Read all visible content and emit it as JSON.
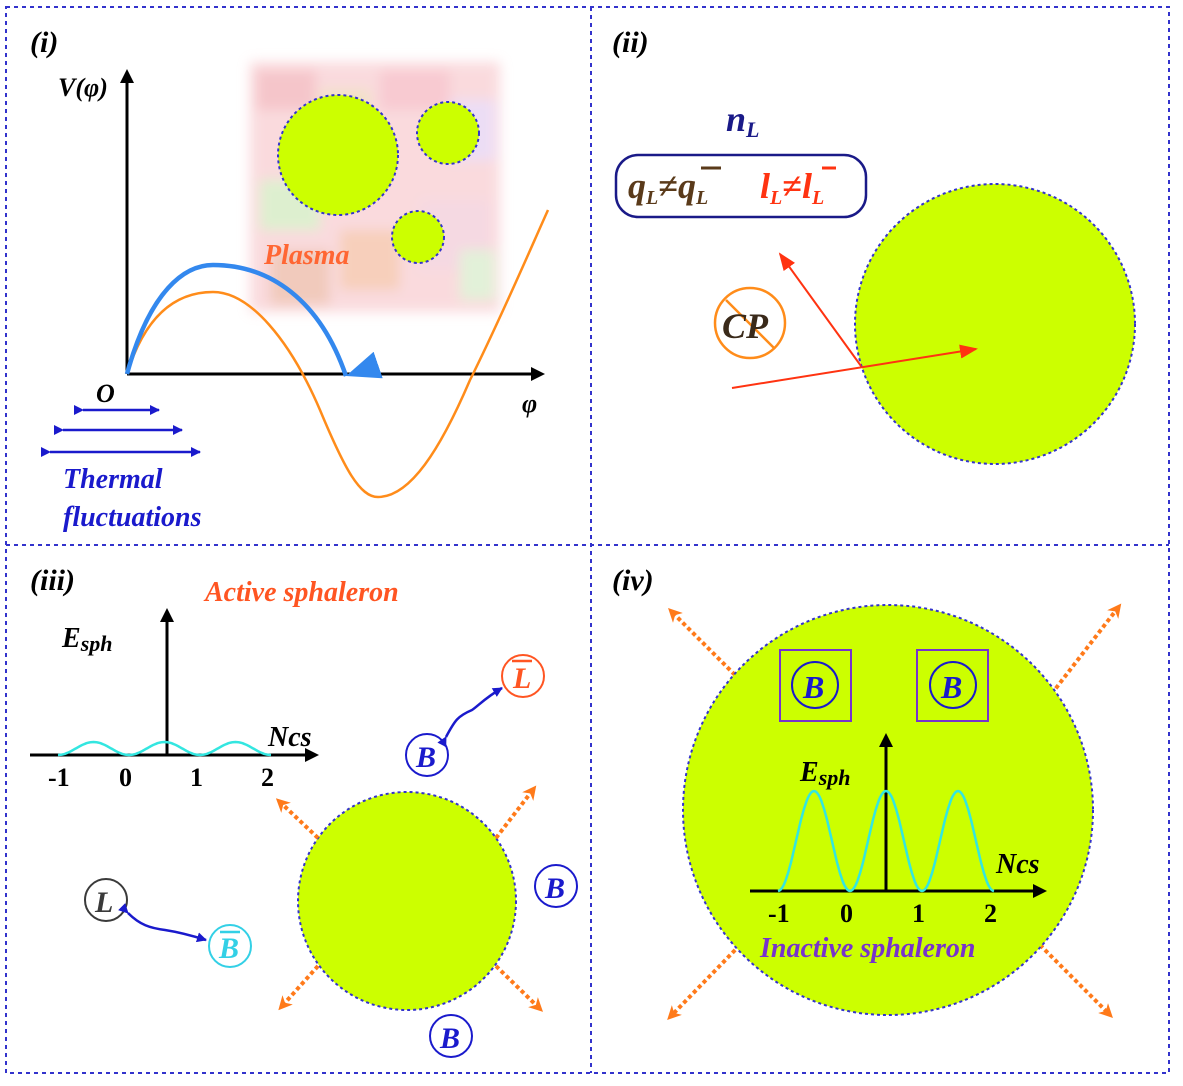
{
  "panels": {
    "i": {
      "label": "(i)",
      "y_axis_label": "V(φ)",
      "x_axis_label": "φ",
      "origin_label": "O",
      "plasma_label": "Plasma",
      "thermal_label_line1": "Thermal",
      "thermal_label_line2": "fluctuations"
    },
    "ii": {
      "label": "(ii)",
      "nL_base": "n",
      "nL_sub": "L",
      "q_base": "q",
      "q_sub": "L",
      "neq1": "≠",
      "qbar_base": "q",
      "qbar_sub": "L",
      "l_base": "l",
      "l_sub": "L",
      "neq2": "≠",
      "lbar_base": "l",
      "lbar_sub": "L",
      "cp_label": "CP"
    },
    "iii": {
      "label": "(iii)",
      "title": "Active sphaleron",
      "y_axis_base": "E",
      "y_axis_sub": "sph",
      "x_axis_label": "Ncs",
      "ticks": [
        "-1",
        "0",
        "1",
        "2"
      ],
      "particles": {
        "lbar": "L",
        "b_top": "B",
        "l": "L",
        "bbar": "B",
        "b_right": "B",
        "b_bottom": "B"
      }
    },
    "iv": {
      "label": "(iv)",
      "title": "Inactive sphaleron",
      "y_axis_base": "E",
      "y_axis_sub": "sph",
      "x_axis_label": "Ncs",
      "ticks": [
        "-1",
        "0",
        "1",
        "2"
      ],
      "b_left": "B",
      "b_right": "B"
    }
  },
  "colors": {
    "bubble": "#ccff00",
    "border": "#3333cc",
    "potential_curve": "#ff8c1a",
    "thermal_arrow": "#3388ee",
    "sphaleron_curve": "#33e6e0",
    "red_text": "#ff5522",
    "blue_text": "#1a1acc",
    "brown_text": "#5a3a1a",
    "purple_text": "#7733cc"
  },
  "chart_data": [
    {
      "type": "line",
      "title": "",
      "xlabel": "φ",
      "ylabel": "V(φ)",
      "series": [],
      "x": [],
      "note_shape": "double-well potential"
    },
    {
      "type": "line",
      "title": "Active sphaleron",
      "xlabel": "Ncs",
      "ylabel": "Esph",
      "x": [
        -1,
        0,
        1,
        2
      ],
      "series": []
    },
    {
      "type": "line",
      "title": "Inactive sphaleron",
      "xlabel": "Ncs",
      "ylabel": "Esph",
      "x": [
        -1,
        0,
        1,
        2
      ],
      "series": []
    }
  ]
}
